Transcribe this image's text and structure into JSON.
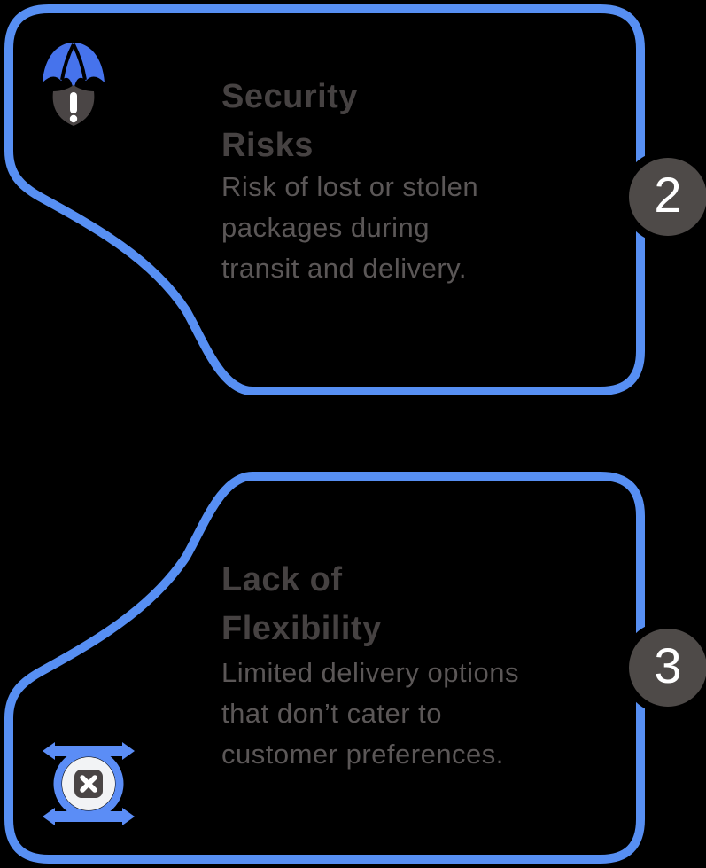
{
  "background_color": "#000000",
  "colors": {
    "card_border_blue": "#578FF3",
    "umbrella_blue": "#4673EC",
    "sync_icon_blue": "#5B8DF6",
    "badge_gray": "#4E4A48",
    "title_gray": "#464242",
    "body_gray": "#5B5757",
    "shield_gray": "#4A4545",
    "white": "#FFFFFF"
  },
  "cards": [
    {
      "id": "security-risks",
      "badge_number": "2",
      "title": "Security\nRisks",
      "description": "Risk of lost or stolen\npackages during\ntransit and delivery.",
      "icon": "umbrella-shield-icon"
    },
    {
      "id": "lack-of-flexibility",
      "badge_number": "3",
      "title": "Lack of\nFlexibility",
      "description": "Limited delivery options\nthat don’t cater to\ncustomer preferences.",
      "icon": "sync-cancel-icon"
    }
  ]
}
